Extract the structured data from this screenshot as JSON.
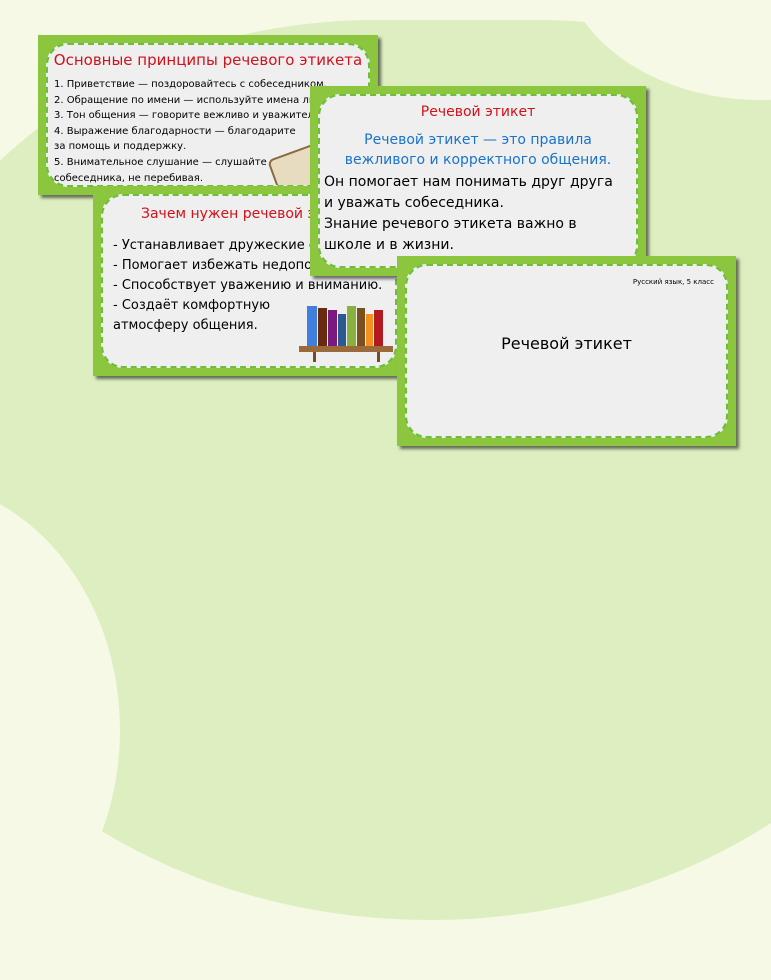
{
  "slide1": {
    "title": "Основные принципы речевого этикета",
    "items": [
      "1. Приветствие — поздоровайтесь с собеседником.",
      "2. Обращение по имени — используйте имена людей.",
      "3. Тон общения — говорите вежливо и уважительно.",
      "4. Выражение благодарности — благодарите",
      "за помощь и поддержку.",
      "5. Внимательное слушание — слушайте",
      "собеседника, не перебивая."
    ]
  },
  "slide2": {
    "title": "Зачем нужен речевой этикет?",
    "items": [
      "- Устанавливает дружеские отношения.",
      "- Помогает избежать недопонимания.",
      "- Способствует уважению и вниманию.",
      "- Создаёт комфортную",
      "атмосферу общения."
    ]
  },
  "slide3": {
    "title": "Речевой этикет",
    "definition": "Речевой этикет — это правила вежливого и корректного общения.",
    "body": [
      "Он помогает нам понимать друг друга",
      "и уважать собеседника.",
      "Знание речевого этикета важно в",
      "школе и в жизни."
    ]
  },
  "slide4": {
    "subtitle": "Русский язык, 5 класс",
    "title": "Речевой этикет"
  },
  "colors": {
    "frame": "#8cc63f",
    "title": "#d0121b",
    "accent": "#1a73c8"
  }
}
